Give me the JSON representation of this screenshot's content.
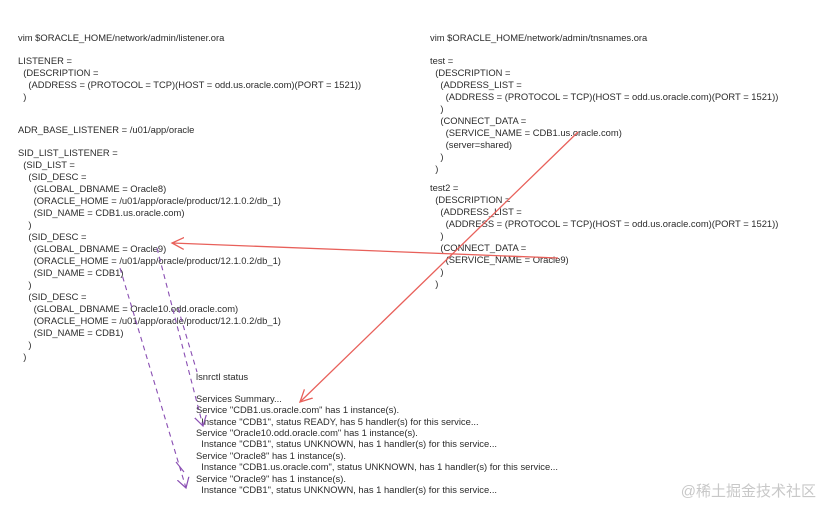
{
  "listener_config": {
    "lines": [
      "vim $ORACLE_HOME/network/admin/listener.ora",
      "LISTENER =",
      "  (DESCRIPTION =",
      "    (ADDRESS = (PROTOCOL = TCP)(HOST = odd.us.oracle.com)(PORT = 1521))",
      "  )",
      "ADR_BASE_LISTENER = /u01/app/oracle",
      "SID_LIST_LISTENER =",
      "  (SID_LIST =",
      "    (SID_DESC =",
      "      (GLOBAL_DBNAME = Oracle8)",
      "      (ORACLE_HOME = /u01/app/oracle/product/12.1.0.2/db_1)",
      "      (SID_NAME = CDB1.us.oracle.com)",
      "    )",
      "    (SID_DESC =",
      "      (GLOBAL_DBNAME = Oracle9)",
      "      (ORACLE_HOME = /u01/app/oracle/product/12.1.0.2/db_1)",
      "      (SID_NAME = CDB1)",
      "    )",
      "    (SID_DESC =",
      "      (GLOBAL_DBNAME = Oracle10.odd.oracle.com)",
      "      (ORACLE_HOME = /u01/app/oracle/product/12.1.0.2/db_1)",
      "      (SID_NAME = CDB1)",
      "    )",
      "  )"
    ]
  },
  "tnsnames_config": {
    "lines": [
      "vim $ORACLE_HOME/network/admin/tnsnames.ora",
      "test =",
      "  (DESCRIPTION =",
      "    (ADDRESS_LIST =",
      "      (ADDRESS = (PROTOCOL = TCP)(HOST = odd.us.oracle.com)(PORT = 1521))",
      "    )",
      "    (CONNECT_DATA =",
      "      (SERVICE_NAME = CDB1.us.oracle.com)",
      "      (server=shared)",
      "    )",
      "  )",
      "test2 =",
      "  (DESCRIPTION =",
      "    (ADDRESS_LIST =",
      "      (ADDRESS = (PROTOCOL = TCP)(HOST = odd.us.oracle.com)(PORT = 1521))",
      "    )",
      "    (CONNECT_DATA =",
      "      (SERVICE_NAME = Oracle9)",
      "    )",
      "  )"
    ]
  },
  "lsnrctl_status": {
    "lines": [
      "lsnrctl status",
      "Services Summary...",
      "Service \"CDB1.us.oracle.com\" has 1 instance(s).",
      "  Instance \"CDB1\", status READY, has 5 handler(s) for this service...",
      "Service \"Oracle10.odd.oracle.com\" has 1 instance(s).",
      "  Instance \"CDB1\", status UNKNOWN, has 1 handler(s) for this service...",
      "Service \"Oracle8\" has 1 instance(s).",
      "  Instance \"CDB1.us.oracle.com\", status UNKNOWN, has 1 handler(s) for this service...",
      "Service \"Oracle9\" has 1 instance(s).",
      "  Instance \"CDB1\", status UNKNOWN, has 1 handler(s) for this service..."
    ]
  },
  "watermark": "@稀土掘金技术社区",
  "colors": {
    "text": "#2b2b2b",
    "red_arrow": "#e8605a",
    "purple_dash": "#8a4fb3",
    "watermark": "#c8c8c8"
  }
}
